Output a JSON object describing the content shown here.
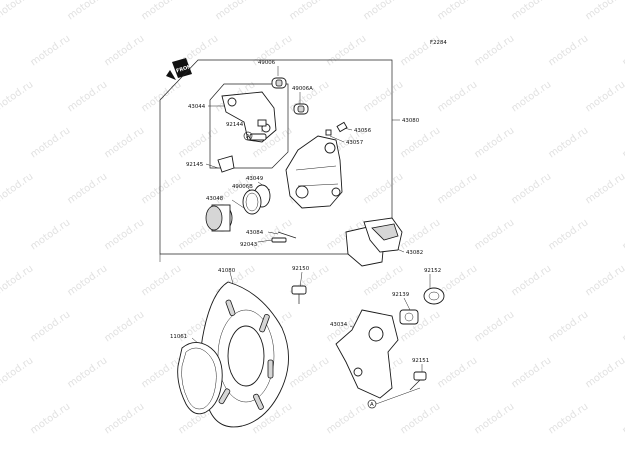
{
  "figure_code": "F2284",
  "front_marker": "FRONT",
  "watermark": "motod.ru",
  "callout_letter": "A",
  "part_numbers": {
    "p49006": "49006",
    "p49006A": "49006A",
    "p43044": "43044",
    "p92144": "92144",
    "p43056": "43056",
    "p43057": "43057",
    "p43080": "43080",
    "p92145": "92145",
    "p43049": "43049",
    "p49006B": "49006B",
    "p43048": "43048",
    "p43084": "43084",
    "p92043": "92043",
    "p43082": "43082",
    "p41080": "41080",
    "p92150": "92150",
    "p92152": "92152",
    "p92139": "92139",
    "p43034": "43034",
    "p11061": "11061",
    "p92151": "92151"
  }
}
